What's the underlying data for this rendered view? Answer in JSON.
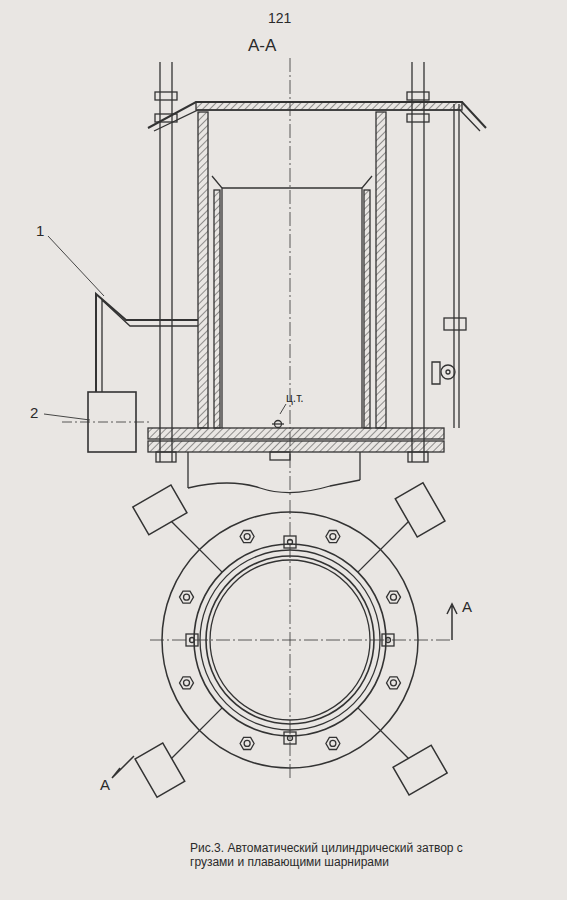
{
  "diagram": {
    "caption": "Рис.3. Автоматический цилиндрический затвор с грузами и плавающими шарнирами",
    "labels": [
      "121",
      "А-А",
      "1",
      "2",
      "ц.т.",
      "А",
      "А"
    ]
  }
}
